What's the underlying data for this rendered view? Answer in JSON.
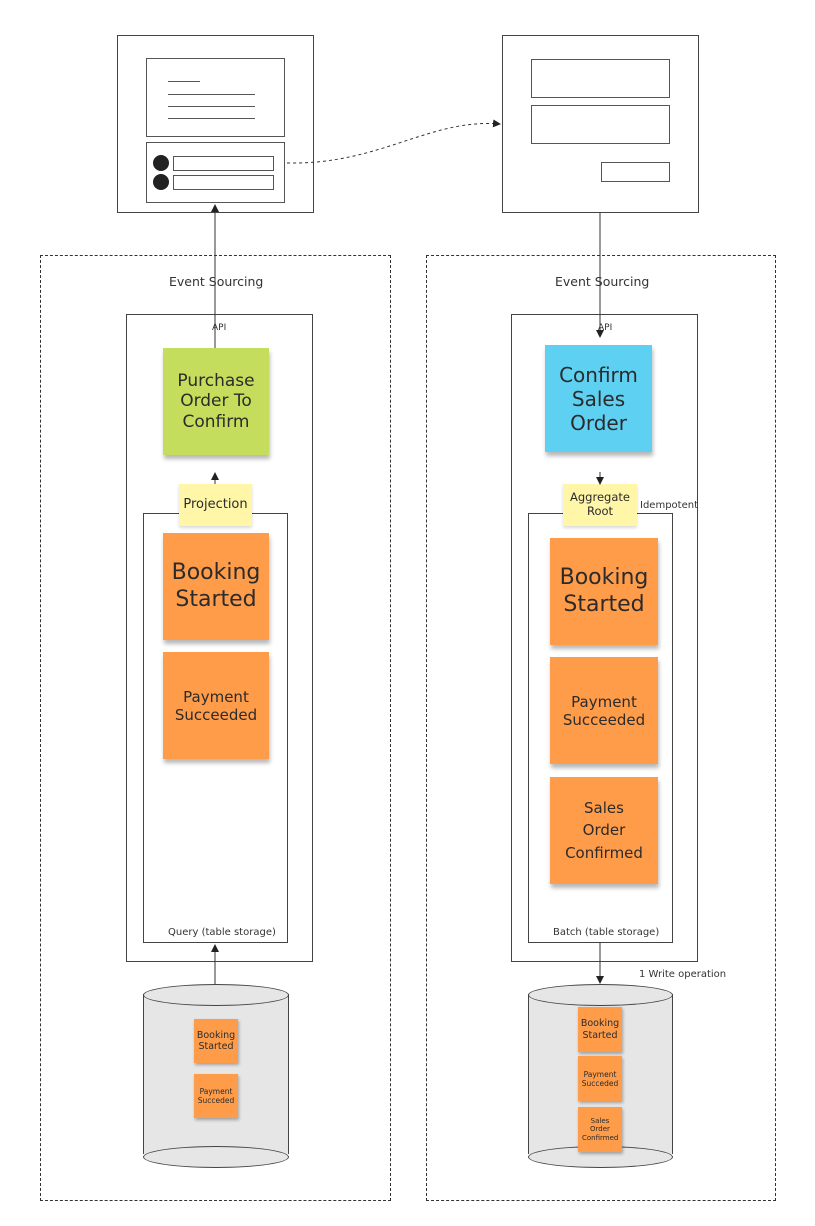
{
  "left": {
    "title": "Event Sourcing",
    "api_label": "API",
    "command": "Purchase Order To Confirm",
    "projection": "Projection",
    "events": [
      "Booking Started",
      "Payment Succeeded"
    ],
    "query_label": "Query (table storage)",
    "db_events": [
      "Booking Started",
      "Payment Succeded"
    ]
  },
  "right": {
    "title": "Event Sourcing",
    "api_label": "API",
    "command": "Confirm Sales Order",
    "aggregate": "Aggregate Root",
    "idempotent": "Idempotent",
    "events": [
      "Booking Started",
      "Payment Succeeded",
      "Sales Order Confirmed"
    ],
    "batch_label": "Batch (table storage)",
    "write_label": "1 Write operation",
    "db_events": [
      "Booking Started",
      "Payment Succeded",
      "Sales Order Confirmed"
    ]
  },
  "colors": {
    "event": "#ff9c4a",
    "command_green": "#c4dd5c",
    "command_blue": "#5ed0f2",
    "note_yellow": "#fff6a8",
    "database": "#e6e6e6"
  }
}
